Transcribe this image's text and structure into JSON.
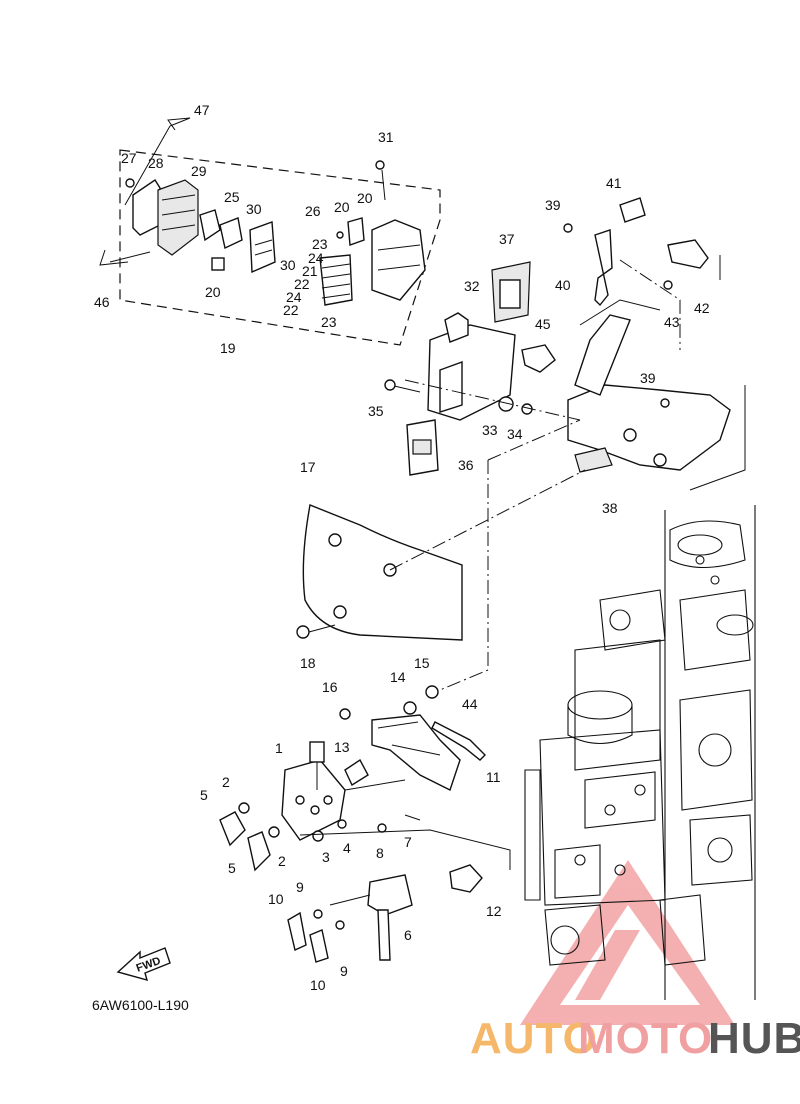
{
  "diagram_code": "6AW6100-L190",
  "fwd_label": "FWD",
  "watermark": {
    "part1": "AUTO",
    "part2": "MOTO",
    "part3": "HUB"
  },
  "callouts": [
    "1",
    "2",
    "2",
    "3",
    "4",
    "5",
    "5",
    "6",
    "7",
    "8",
    "9",
    "9",
    "10",
    "10",
    "11",
    "12",
    "13",
    "14",
    "15",
    "16",
    "17",
    "18",
    "19",
    "20",
    "20",
    "20",
    "21",
    "22",
    "22",
    "23",
    "23",
    "24",
    "24",
    "25",
    "26",
    "27",
    "28",
    "29",
    "30",
    "30",
    "31",
    "32",
    "33",
    "34",
    "35",
    "36",
    "37",
    "38",
    "39",
    "39",
    "40",
    "41",
    "42",
    "43",
    "44",
    "45",
    "46",
    "47"
  ],
  "colors": {
    "line": "#111111",
    "watermark_orange": "#f5b86a",
    "watermark_red": "#f0a0a0",
    "watermark_gray": "#555555"
  }
}
